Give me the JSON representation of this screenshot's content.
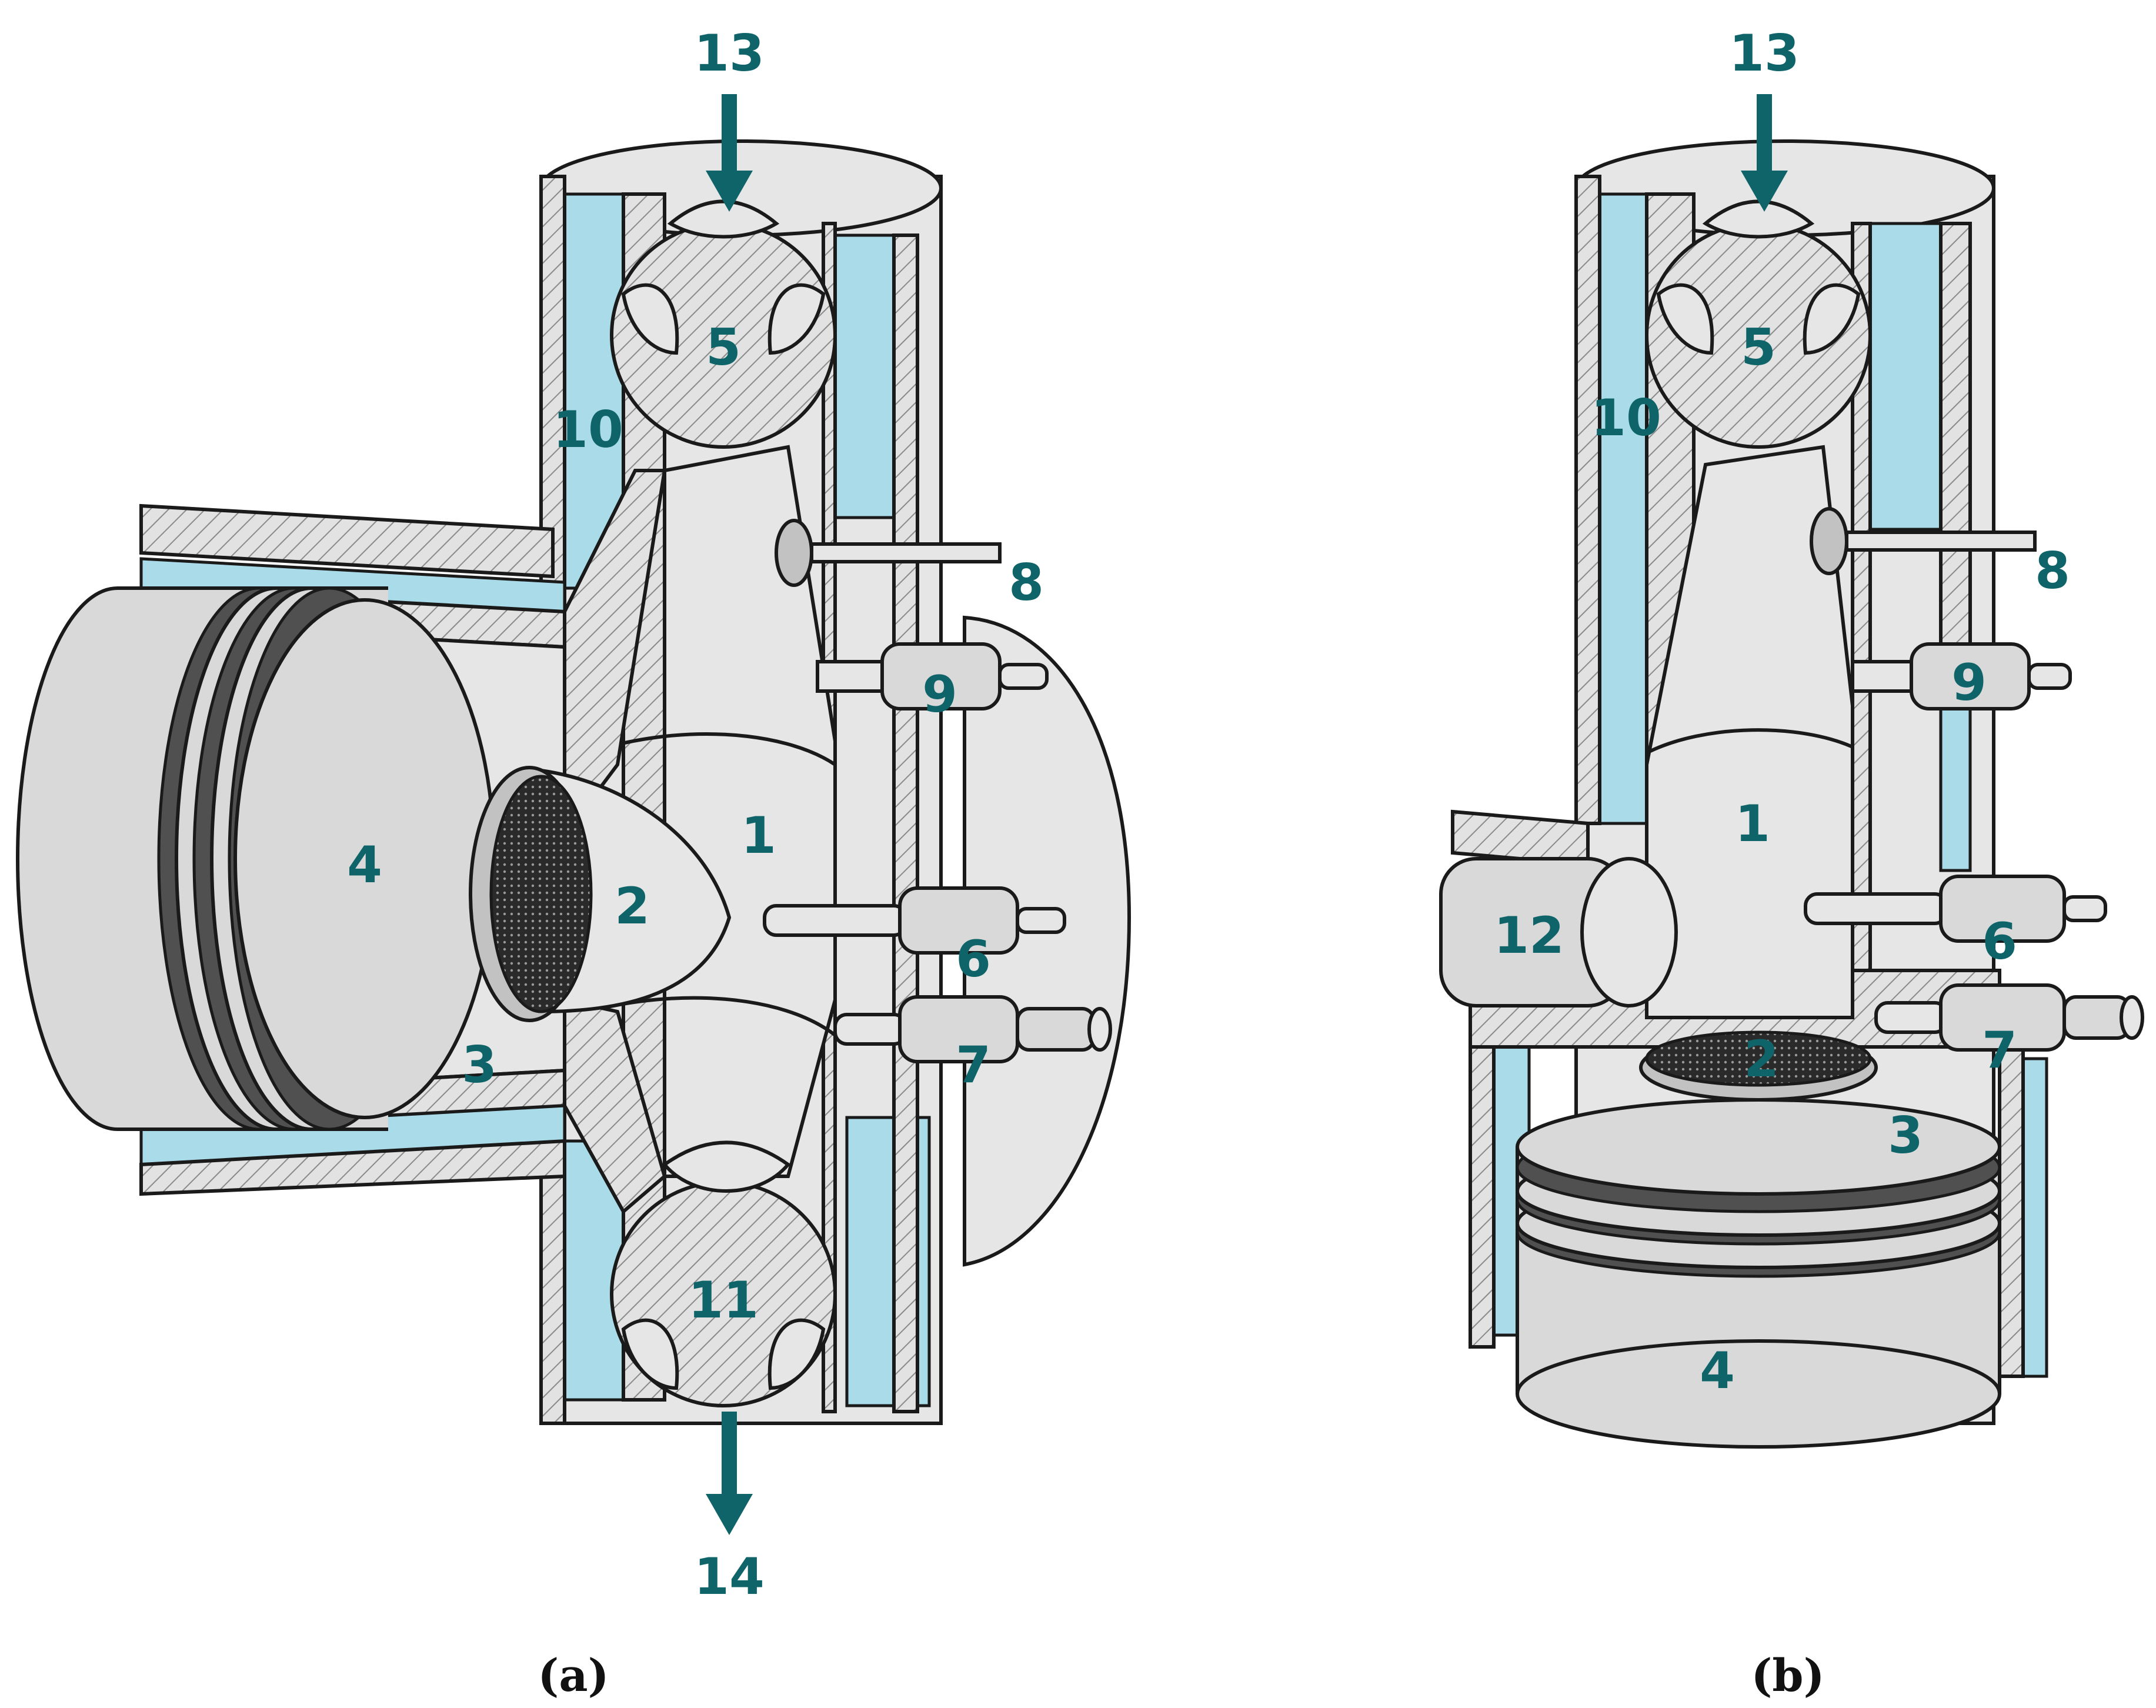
{
  "colors": {
    "label": "#0e6468",
    "coolant": "#a9dbe9",
    "metal_hatch": "#bdbdbd",
    "body": "#d9d9d9",
    "outline": "#1a1a1a"
  },
  "panel_a": {
    "caption": "(a)",
    "labels": {
      "l1": "1",
      "l2": "2",
      "l3": "3",
      "l4": "4",
      "l5": "5",
      "l6": "6",
      "l7": "7",
      "l8": "8",
      "l9": "9",
      "l10": "10",
      "l11": "11",
      "l13": "13",
      "l14": "14"
    }
  },
  "panel_b": {
    "caption": "(b)",
    "labels": {
      "l1": "1",
      "l2": "2",
      "l3": "3",
      "l4": "4",
      "l5": "5",
      "l6": "6",
      "l7": "7",
      "l8": "8",
      "l9": "9",
      "l10": "10",
      "l12": "12",
      "l13": "13"
    }
  }
}
